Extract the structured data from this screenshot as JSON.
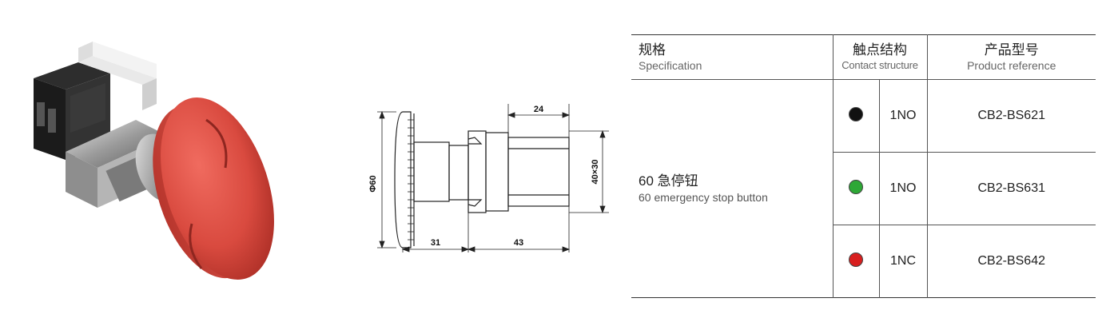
{
  "drawing": {
    "dims": {
      "diameter": "Φ60",
      "depth_24": "24",
      "size_40x30": "40×30",
      "len_31": "31",
      "len_43": "43"
    }
  },
  "table": {
    "headers": {
      "spec_cn": "规格",
      "spec_en": "Specification",
      "contact_cn": "触点结构",
      "contact_en": "Contact structure",
      "ref_cn": "产品型号",
      "ref_en": "Product reference"
    },
    "spec": {
      "cn": "60 急停钮",
      "en": "60 emergency stop button"
    },
    "rows": [
      {
        "dot_color": "#111111",
        "contact": "1NO",
        "reference": "CB2-BS621"
      },
      {
        "dot_color": "#2ea836",
        "contact": "1NO",
        "reference": "CB2-BS631"
      },
      {
        "dot_color": "#d81f1f",
        "contact": "1NC",
        "reference": "CB2-BS642"
      }
    ]
  },
  "photo": {
    "icon": "emergency-stop-button-photo",
    "body_color": "#d94a3f"
  }
}
